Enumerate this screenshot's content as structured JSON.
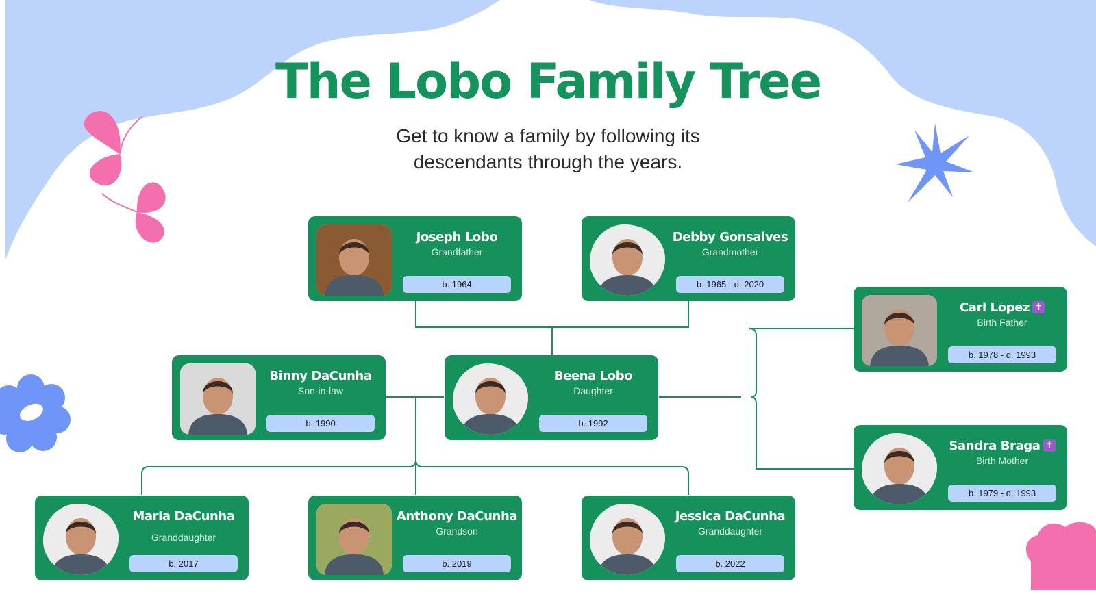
{
  "title": "The Lobo Family Tree",
  "subtitle_line1": "Get to know a family by following its",
  "subtitle_line2": "descendants through the years.",
  "colors": {
    "card": "#17915b",
    "title": "#15935c",
    "date_pill": "#b9d3ff",
    "background_shape": "#bcd4fb",
    "connector": "#17915b",
    "pink_decor": "#f36fae",
    "blue_decor": "#6f95f8"
  },
  "members": {
    "joseph": {
      "name": "Joseph Lobo",
      "role": "Grandfather",
      "dates": "b. 1964",
      "icon": ""
    },
    "debby": {
      "name": "Debby Gonsalves",
      "role": "Grandmother",
      "dates": "b. 1965 - d. 2020",
      "icon": ""
    },
    "carl": {
      "name": "Carl Lopez",
      "role": "Birth Father",
      "dates": "b. 1978 - d. 1993",
      "icon": "✝"
    },
    "binny": {
      "name": "Binny DaCunha",
      "role": "Son-in-law",
      "dates": "b. 1990",
      "icon": ""
    },
    "beena": {
      "name": "Beena Lobo",
      "role": "Daughter",
      "dates": "b. 1992",
      "icon": ""
    },
    "sandra": {
      "name": "Sandra Braga",
      "role": "Birth Mother",
      "dates": "b. 1979 - d. 1993",
      "icon": "✝"
    },
    "maria": {
      "name": "Maria DaCunha",
      "role": "Granddaughter",
      "dates": "b. 2017",
      "icon": ""
    },
    "anthony": {
      "name": "Anthony DaCunha",
      "role": "Grandson",
      "dates": "b. 2019",
      "icon": ""
    },
    "jessica": {
      "name": "Jessica DaCunha",
      "role": "Granddaughter",
      "dates": "b. 2022",
      "icon": ""
    }
  },
  "icons": {
    "cross": "cross-icon",
    "butterfly": "butterfly-icon",
    "star": "star-icon",
    "flower": "flower-icon",
    "blob": "blob-icon",
    "portrait": "portrait-icon"
  }
}
